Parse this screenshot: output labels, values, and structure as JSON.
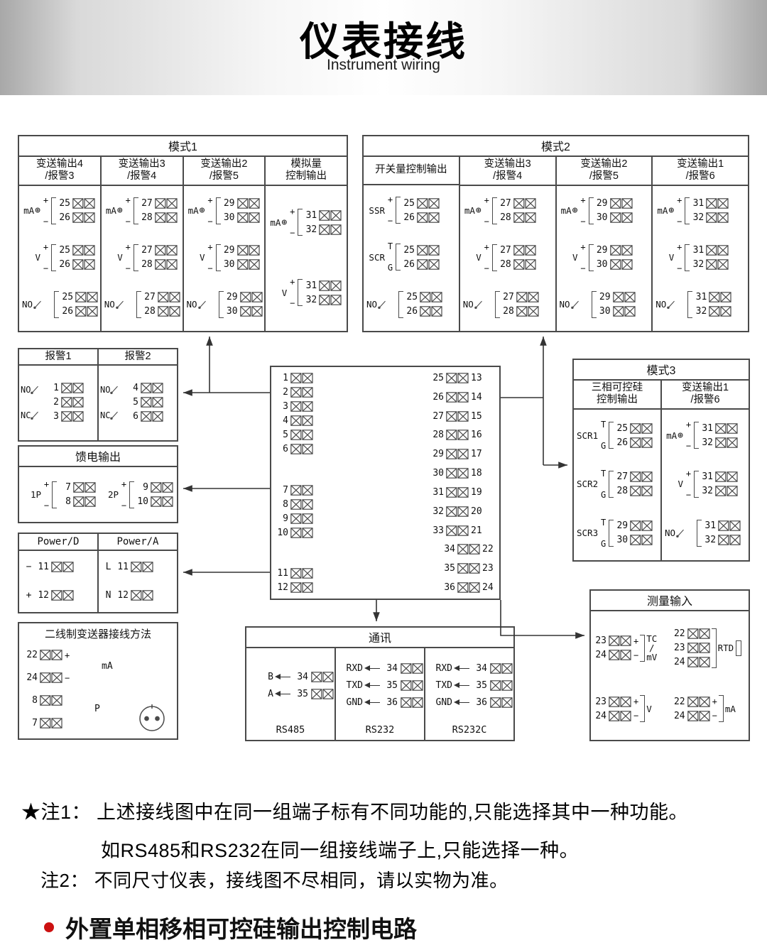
{
  "header": {
    "title": "仪表接线",
    "subtitle": "Instrument wiring"
  },
  "mode1": {
    "title": "模式1",
    "columns": [
      {
        "header": [
          "变送输出4",
          "/报警3"
        ],
        "groups": [
          {
            "type": "mA",
            "label": "mA",
            "top": "+",
            "bottom": "−",
            "terminals": [
              "25",
              "26"
            ]
          },
          {
            "type": "V",
            "label": "V",
            "top": "+",
            "bottom": "−",
            "terminals": [
              "25",
              "26"
            ]
          },
          {
            "type": "NO",
            "label": "NO",
            "top": "",
            "bottom": "",
            "terminals": [
              "25",
              "26"
            ]
          }
        ]
      },
      {
        "header": [
          "变送输出3",
          "/报警4"
        ],
        "groups": [
          {
            "type": "mA",
            "label": "mA",
            "top": "+",
            "bottom": "−",
            "terminals": [
              "27",
              "28"
            ]
          },
          {
            "type": "V",
            "label": "V",
            "top": "+",
            "bottom": "−",
            "terminals": [
              "27",
              "28"
            ]
          },
          {
            "type": "NO",
            "label": "NO",
            "top": "",
            "bottom": "",
            "terminals": [
              "27",
              "28"
            ]
          }
        ]
      },
      {
        "header": [
          "变送输出2",
          "/报警5"
        ],
        "groups": [
          {
            "type": "mA",
            "label": "mA",
            "top": "+",
            "bottom": "−",
            "terminals": [
              "29",
              "30"
            ]
          },
          {
            "type": "V",
            "label": "V",
            "top": "+",
            "bottom": "−",
            "terminals": [
              "29",
              "30"
            ]
          },
          {
            "type": "NO",
            "label": "NO",
            "top": "",
            "bottom": "",
            "terminals": [
              "29",
              "30"
            ]
          }
        ]
      },
      {
        "header": [
          "模拟量",
          "控制输出"
        ],
        "groups": [
          {
            "type": "mA",
            "label": "mA",
            "top": "+",
            "bottom": "−",
            "terminals": [
              "31",
              "32"
            ]
          },
          {
            "type": "V",
            "label": "V",
            "top": "+",
            "bottom": "−",
            "terminals": [
              "31",
              "32"
            ]
          }
        ]
      }
    ]
  },
  "mode2": {
    "title": "模式2",
    "columns": [
      {
        "header": [
          "开关量控制输出"
        ],
        "groups": [
          {
            "type": "V",
            "label": "SSR",
            "top": "+",
            "bottom": "−",
            "terminals": [
              "25",
              "26"
            ]
          },
          {
            "type": "V",
            "label": "SCR",
            "top": "T",
            "bottom": "G",
            "terminals": [
              "25",
              "26"
            ]
          },
          {
            "type": "NO",
            "label": "NO",
            "top": "",
            "bottom": "",
            "terminals": [
              "25",
              "26"
            ]
          }
        ]
      },
      {
        "header": [
          "变送输出3",
          "/报警4"
        ],
        "groups": [
          {
            "type": "mA",
            "label": "mA",
            "top": "+",
            "bottom": "−",
            "terminals": [
              "27",
              "28"
            ]
          },
          {
            "type": "V",
            "label": "V",
            "top": "+",
            "bottom": "−",
            "terminals": [
              "27",
              "28"
            ]
          },
          {
            "type": "NO",
            "label": "NO",
            "top": "",
            "bottom": "",
            "terminals": [
              "27",
              "28"
            ]
          }
        ]
      },
      {
        "header": [
          "变送输出2",
          "/报警5"
        ],
        "groups": [
          {
            "type": "mA",
            "label": "mA",
            "top": "+",
            "bottom": "−",
            "terminals": [
              "29",
              "30"
            ]
          },
          {
            "type": "V",
            "label": "V",
            "top": "+",
            "bottom": "−",
            "terminals": [
              "29",
              "30"
            ]
          },
          {
            "type": "NO",
            "label": "NO",
            "top": "",
            "bottom": "",
            "terminals": [
              "29",
              "30"
            ]
          }
        ]
      },
      {
        "header": [
          "变送输出1",
          "/报警6"
        ],
        "groups": [
          {
            "type": "mA",
            "label": "mA",
            "top": "+",
            "bottom": "−",
            "terminals": [
              "31",
              "32"
            ]
          },
          {
            "type": "V",
            "label": "V",
            "top": "+",
            "bottom": "−",
            "terminals": [
              "31",
              "32"
            ]
          },
          {
            "type": "NO",
            "label": "NO",
            "top": "",
            "bottom": "",
            "terminals": [
              "31",
              "32"
            ]
          }
        ]
      }
    ]
  },
  "mode3": {
    "title": "模式3",
    "columns": [
      {
        "header": [
          "三相可控硅",
          "控制输出"
        ],
        "groups": [
          {
            "type": "V",
            "label": "SCR1",
            "top": "T",
            "bottom": "G",
            "terminals": [
              "25",
              "26"
            ]
          },
          {
            "type": "V",
            "label": "SCR2",
            "top": "T",
            "bottom": "G",
            "terminals": [
              "27",
              "28"
            ]
          },
          {
            "type": "V",
            "label": "SCR3",
            "top": "T",
            "bottom": "G",
            "terminals": [
              "29",
              "30"
            ]
          }
        ]
      },
      {
        "header": [
          "变送输出1",
          "/报警6"
        ],
        "groups": [
          {
            "type": "mA",
            "label": "mA",
            "top": "+",
            "bottom": "−",
            "terminals": [
              "31",
              "32"
            ]
          },
          {
            "type": "V",
            "label": "V",
            "top": "+",
            "bottom": "−",
            "terminals": [
              "31",
              "32"
            ]
          },
          {
            "type": "NO",
            "label": "NO",
            "top": "",
            "bottom": "",
            "terminals": [
              "31",
              "32"
            ]
          }
        ]
      }
    ]
  },
  "alarms": {
    "columns": [
      {
        "header": "报警1",
        "labels": [
          "NO",
          "NC"
        ],
        "terminals": [
          "1",
          "2",
          "3"
        ]
      },
      {
        "header": "报警2",
        "labels": [
          "NO",
          "NC"
        ],
        "terminals": [
          "4",
          "5",
          "6"
        ]
      }
    ]
  },
  "feed": {
    "title": "馈电输出",
    "groups": [
      {
        "type": "V",
        "label": "1P",
        "top": "+",
        "bottom": "−",
        "terminals": [
          "7",
          "8"
        ]
      },
      {
        "type": "V",
        "label": "2P",
        "top": "+",
        "bottom": "−",
        "terminals": [
          "9",
          "10"
        ]
      }
    ]
  },
  "power": {
    "columns": [
      {
        "header": "Power/D",
        "rows": [
          [
            "11",
            "−"
          ],
          [
            "12",
            "+"
          ]
        ]
      },
      {
        "header": "Power/A",
        "rows": [
          [
            "11",
            "L"
          ],
          [
            "12",
            "N"
          ]
        ]
      }
    ]
  },
  "twowire": {
    "title": "二线制变送器接线方法",
    "rows": [
      [
        "22",
        "+"
      ],
      [
        "24",
        "−"
      ],
      [
        "8",
        ""
      ],
      [
        "7",
        ""
      ]
    ],
    "labels": [
      "mA",
      "P"
    ]
  },
  "central": {
    "left_groups": [
      [
        "1",
        "2",
        "3",
        "4",
        "5",
        "6"
      ],
      [
        "7",
        "8",
        "9",
        "10"
      ],
      [
        "11",
        "12"
      ]
    ],
    "right_rows": [
      [
        "25",
        "13"
      ],
      [
        "26",
        "14"
      ],
      [
        "27",
        "15"
      ],
      [
        "28",
        "16"
      ],
      [
        "29",
        "17"
      ],
      [
        "30",
        "18"
      ],
      [
        "31",
        "19"
      ],
      [
        "32",
        "20"
      ],
      [
        "33",
        "21"
      ],
      [
        "34",
        "22"
      ],
      [
        "35",
        "23"
      ],
      [
        "36",
        "24"
      ]
    ],
    "indent_from": 34
  },
  "comm": {
    "title": "通讯",
    "columns": [
      {
        "name": "RS485",
        "rows": [
          {
            "label": "B",
            "n": "34"
          },
          {
            "label": "A",
            "n": "35"
          }
        ]
      },
      {
        "name": "RS232",
        "rows": [
          {
            "label": "RXD",
            "n": "34"
          },
          {
            "label": "TXD",
            "n": "35"
          },
          {
            "label": "GND",
            "n": "36"
          }
        ]
      },
      {
        "name": "RS232C",
        "rows": [
          {
            "label": "RXD",
            "n": "34"
          },
          {
            "label": "TXD",
            "n": "35"
          },
          {
            "label": "GND",
            "n": "36"
          }
        ]
      }
    ]
  },
  "measure": {
    "title": "测量输入",
    "groups": [
      {
        "label": [
          "TC",
          "/",
          "mV"
        ],
        "rows": [
          [
            "23",
            "+"
          ],
          [
            "24",
            "−"
          ]
        ],
        "res": false
      },
      {
        "label": [
          "RTD"
        ],
        "rows": [
          [
            "22",
            ""
          ],
          [
            "23",
            ""
          ],
          [
            "24",
            ""
          ]
        ],
        "res": true
      },
      {
        "label": [
          "V"
        ],
        "rows": [
          [
            "23",
            "+"
          ],
          [
            "24",
            "−"
          ]
        ],
        "res": false
      },
      {
        "label": [
          "mA"
        ],
        "rows": [
          [
            "22",
            "+"
          ],
          [
            "24",
            "−"
          ]
        ],
        "res": false
      }
    ]
  },
  "notes": {
    "note1a": "★注1： 上述接线图中在同一组端子标有不同功能的,只能选择其中一种功能。",
    "note1b": "如RS485和RS232在同一组接线端子上,只能选择一种。",
    "note2": "注2： 不同尺寸仪表，接线图不尽相同，请以实物为准。",
    "bullet": "外置单相移相可控硅输出控制电路"
  },
  "colors": {
    "line": "#4a4a4a",
    "accent": "#cc1111"
  }
}
